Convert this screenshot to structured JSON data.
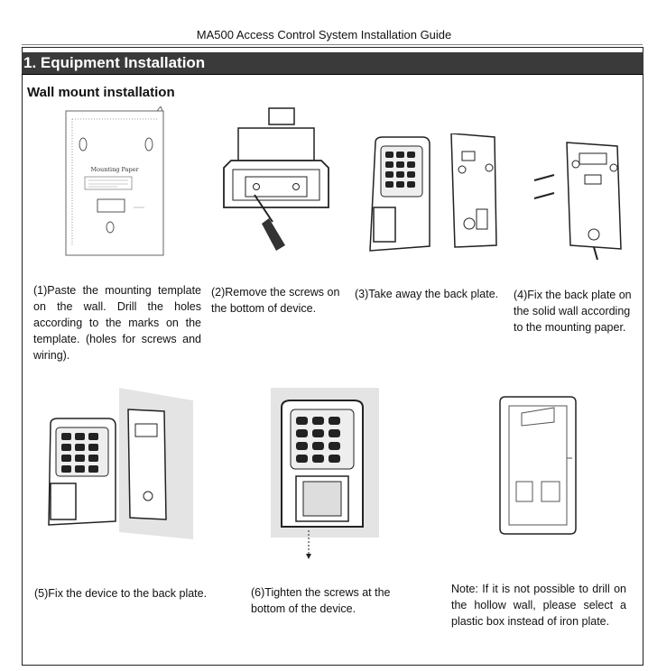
{
  "header": {
    "doc_title": "MA500 Access Control System Installation Guide"
  },
  "section": {
    "title": "1. Equipment Installation"
  },
  "subsection": {
    "title": "Wall mount installation"
  },
  "template_paper": {
    "title": "Mounting Paper"
  },
  "steps": [
    {
      "caption": "(1)Paste the mounting template on the wall. Drill the holes according to the marks on the template. (holes for screws and wiring)."
    },
    {
      "caption": "(2)Remove the screws on the bottom of device."
    },
    {
      "caption": "(3)Take away the back plate."
    },
    {
      "caption": "(4)Fix the back plate on the solid wall according to the mounting paper."
    },
    {
      "caption": "(5)Fix the device to the back plate."
    },
    {
      "caption": "(6)Tighten the screws at the bottom of the device."
    },
    {
      "caption": "Note: If it is not possible to drill on the hollow wall, please select a plastic box instead of iron plate."
    }
  ]
}
